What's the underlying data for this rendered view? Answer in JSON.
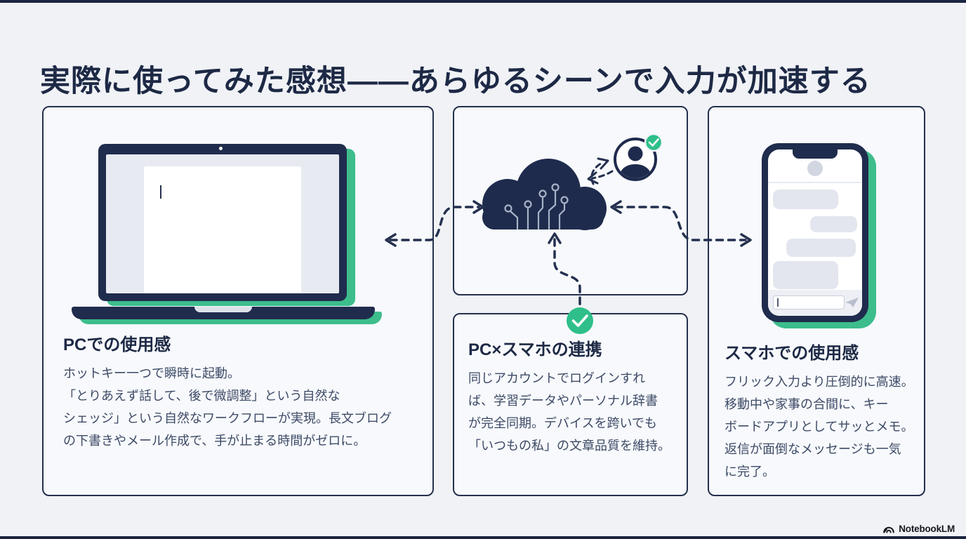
{
  "page": {
    "title": "実際に使ってみた感想——あらゆるシーンで入力が加速する"
  },
  "panels": {
    "pc": {
      "heading": "PCでの使用感",
      "body": "ホットキー一つで瞬時に起動。\n「とりあえず話して、後で微調整」という自然な\nシェッジ」という自然なワークフローが実現。長文ブログ\nの下書きやメール作成で、手が止まる時間がゼロに。"
    },
    "sync": {
      "heading": "PC×スマホの連携",
      "body": "同じアカウントでログインすれ\nば、学習データやパーソナル辞書\nが完全同期。デバイスを跨いでも\n「いつもの私」の文章品質を維持。"
    },
    "mobile": {
      "heading": "スマホでの使用感",
      "body": "フリック入力より圧倒的に高速。\n移動中や家事の合間に、キー\nボードアプリとしてサッとメモ。\n返信が面倒なメッセージも一気\nに完了。"
    }
  },
  "footer": {
    "brand": "NotebookLM"
  },
  "icons": [
    "laptop-illustration",
    "cloud-circuit-icon",
    "verified-user-icon",
    "check-badge-icon",
    "sync-check-icon",
    "smartphone-chat-illustration",
    "send-icon",
    "dashed-arrow-icons",
    "notebooklm-logo-icon"
  ],
  "colors": {
    "background": "#f0f2f6",
    "panel_background": "#f7f9fc",
    "navy": "#202c4d",
    "border_navy": "#25304e",
    "body_text": "#3d4a66",
    "accent_green": "#2fbf8a",
    "shadow_green": "#3dbd8c",
    "light_gray": "#e3e6ee"
  }
}
